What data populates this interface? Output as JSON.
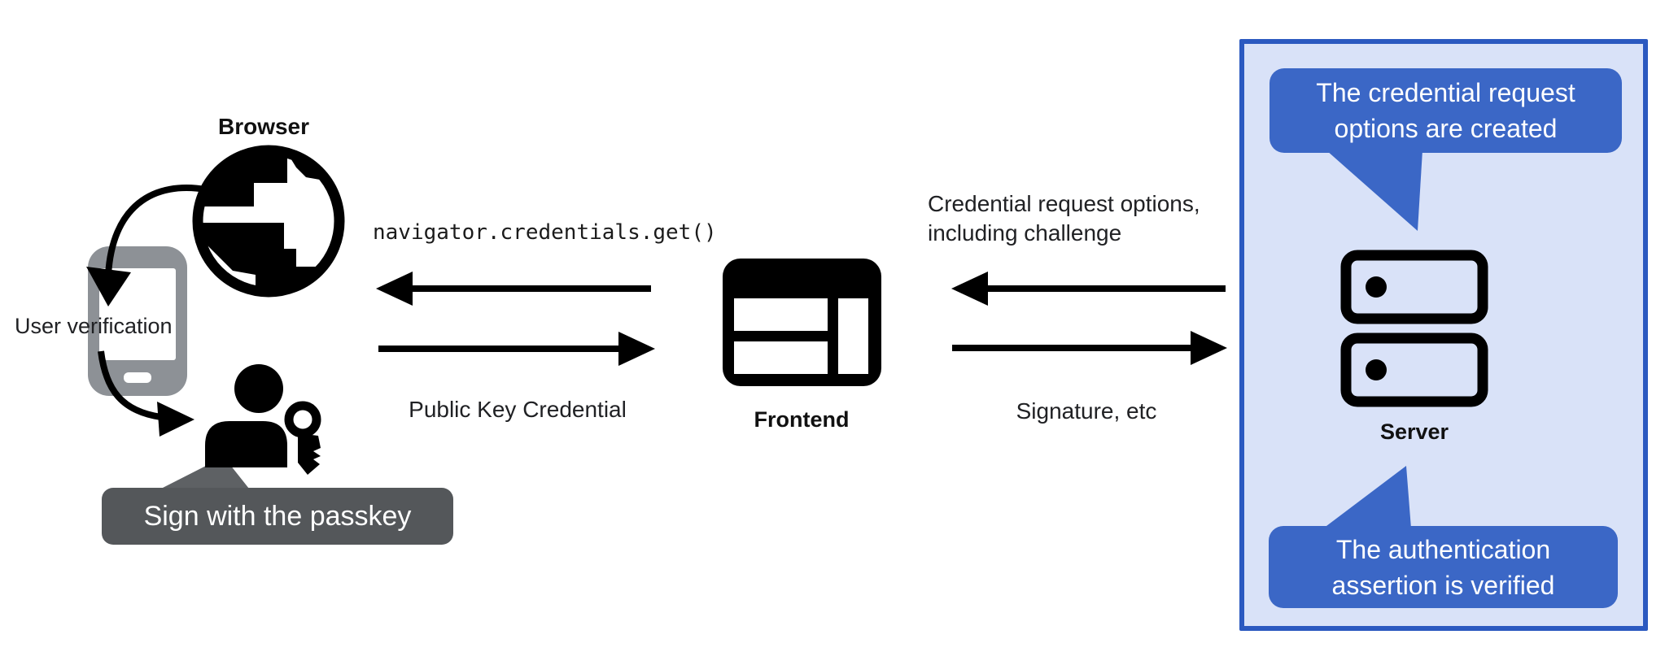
{
  "left": {
    "browser_label": "Browser",
    "user_verification_label": "User verification",
    "passkey_tooltip_label": "Sign with the passkey"
  },
  "center": {
    "api_call_code": "navigator.credentials.get()",
    "public_key_credential_label": "Public Key Credential",
    "frontend_label": "Frontend"
  },
  "right": {
    "credential_request_line1": "Credential request options,",
    "credential_request_line2": "including challenge",
    "signature_label": "Signature, etc",
    "server_label": "Server",
    "top_bubble_line1": "The credential request",
    "top_bubble_line2": "options are created",
    "bottom_bubble_line1": "The authentication",
    "bottom_bubble_line2": "assertion is verified"
  },
  "colors": {
    "bubble_blue": "#3b67c6",
    "panel_fill": "#d9e2f8",
    "panel_border": "#2b59c0",
    "tooltip_gray": "#54575a",
    "tooltip_pointer_gray": "#5e6164",
    "phone_gray": "#8d9196",
    "icon_black": "#000000",
    "bubble_text_white": "#ffffff"
  }
}
